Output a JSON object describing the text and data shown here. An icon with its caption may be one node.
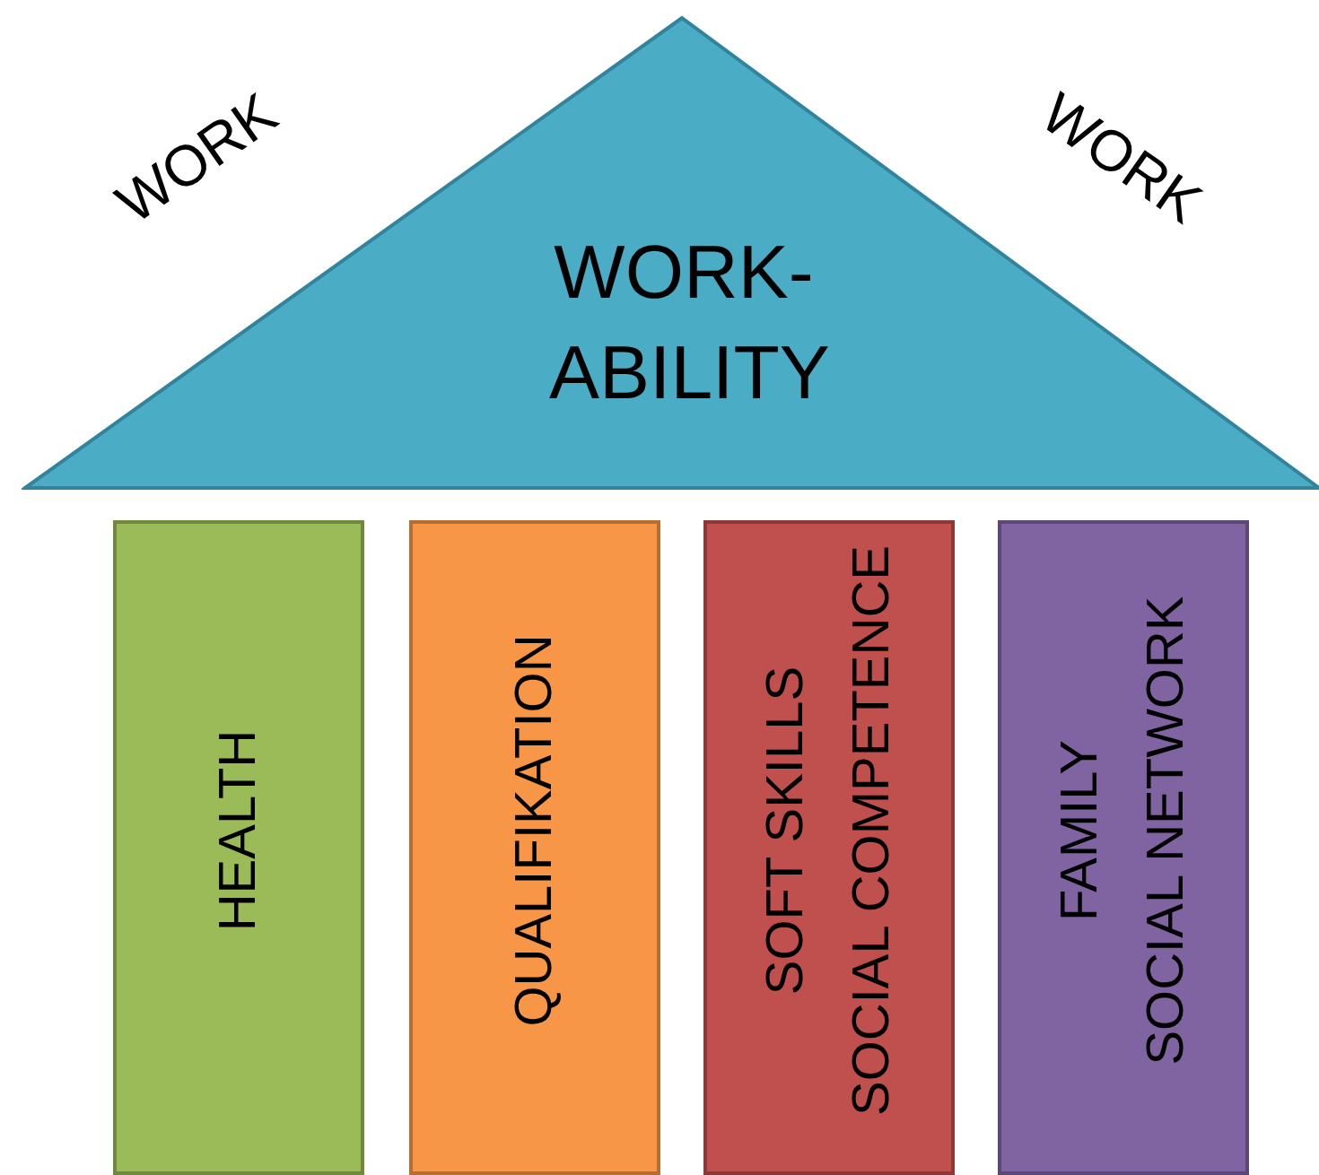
{
  "diagram": {
    "nodes": [
      {
        "text": [
          "WORK- ABILITY"
        ]
      },
      {
        "text": [
          "HEALTH"
        ]
      },
      {
        "text": [
          "QUALIFIKATION"
        ]
      },
      {
        "text": [
          "SOFT SKILLS",
          "SOCIAL COMPETENCE"
        ]
      },
      {
        "text": [
          "FAMILY",
          "SOCIAL NETWORK"
        ]
      }
    ],
    "edges": [],
    "labels": [
      "WORK",
      "WORK"
    ]
  }
}
